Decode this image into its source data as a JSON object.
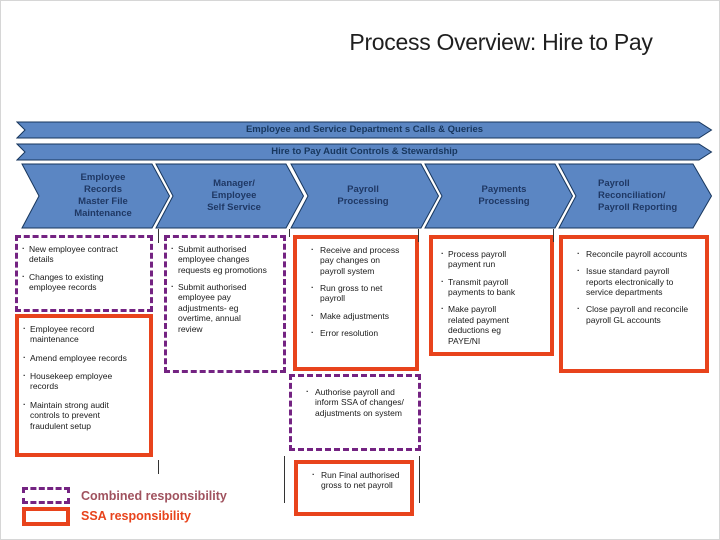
{
  "title": "Process Overview: Hire to Pay",
  "banners": [
    {
      "label": "Employee and Service Department s Calls & Queries"
    },
    {
      "label": "Hire to Pay  Audit Controls & Stewardship"
    }
  ],
  "steps": [
    {
      "label": "Employee Records Master File Maintenance"
    },
    {
      "label": "Manager/ Employee Self Service"
    },
    {
      "label": "Payroll Processing"
    },
    {
      "label": "Payments Processing"
    },
    {
      "label": "Payroll Reconciliation/ Payroll Reporting"
    }
  ],
  "boxes": {
    "records_combined": {
      "responsibility": "combined",
      "items": [
        "New employee contract details",
        "Changes to existing employee records"
      ]
    },
    "records_ssa": {
      "responsibility": "ssa",
      "items": [
        "Employee record maintenance",
        "Amend employee records",
        "Housekeep employee records",
        "Maintain strong audit controls to prevent fraudulent setup"
      ]
    },
    "self_service_combined": {
      "responsibility": "combined",
      "items": [
        "Submit authorised employee changes requests eg promotions",
        "Submit authorised employee pay adjustments- eg overtime, annual review"
      ]
    },
    "payroll_ssa": {
      "responsibility": "ssa",
      "items": [
        "Receive and process pay changes on payroll system",
        "Run gross to net payroll",
        "Make adjustments",
        "Error resolution"
      ]
    },
    "payroll_combined": {
      "responsibility": "combined",
      "items": [
        "Authorise payroll and inform SSA of changes/ adjustments on system"
      ]
    },
    "payroll_final_ssa": {
      "responsibility": "ssa",
      "items": [
        "Run Final authorised  gross to net payroll"
      ]
    },
    "payments_ssa": {
      "responsibility": "ssa",
      "items": [
        "Process payroll payment run",
        "Transmit payroll payments to bank",
        "Make payroll related payment deductions eg PAYE/NI"
      ]
    },
    "reconciliation_ssa": {
      "responsibility": "ssa",
      "items": [
        "Reconcile payroll accounts",
        "Issue standard payroll reports electronically to service departments",
        "Close payroll and reconcile payroll GL accounts"
      ]
    }
  },
  "legend": [
    {
      "label": "Combined responsibility",
      "style": "combined"
    },
    {
      "label": "SSA responsibility",
      "style": "ssa"
    }
  ],
  "colors": {
    "process_blue_fill": "#5B86C3",
    "process_blue_border": "#17365D",
    "process_text": "#1F3864",
    "ssa_red": "#E8431C",
    "combined_purple": "#742382",
    "combined_label_text": "#A0525E",
    "title_text": "#1F1F1F"
  }
}
